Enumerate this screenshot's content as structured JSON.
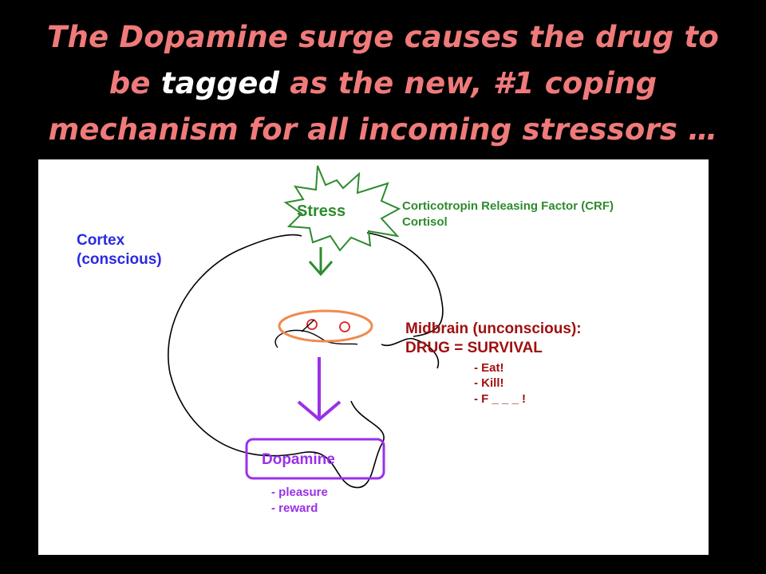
{
  "title": {
    "line1": "The Dopamine surge causes the drug to",
    "line2_before": "be ",
    "line2_highlight": "tagged",
    "line2_after": " as the new, #1 coping",
    "line3": "mechanism for all incoming stressors …"
  },
  "colors": {
    "title": "#f07a7a",
    "highlight": "#ffffff",
    "stress": "#2e8b2e",
    "cortex": "#2a2ae0",
    "midbrain": "#a01010",
    "midbrain_oval": "#f08a50",
    "dots": "#e02020",
    "dopamine": "#9a30e8"
  },
  "diagram": {
    "stress_label": "Stress",
    "stress_hormones": [
      "Corticotropin Releasing Factor (CRF)",
      "Cortisol"
    ],
    "cortex_label": [
      "Cortex",
      "(conscious)"
    ],
    "midbrain_label": "Midbrain (unconscious):",
    "drug_label": "DRUG = SURVIVAL",
    "midbrain_items": [
      "- Eat!",
      "- Kill!",
      "- F _ _ _ !"
    ],
    "dopamine_label": "Dopamine",
    "dopamine_items": [
      "- pleasure",
      "- reward"
    ]
  }
}
